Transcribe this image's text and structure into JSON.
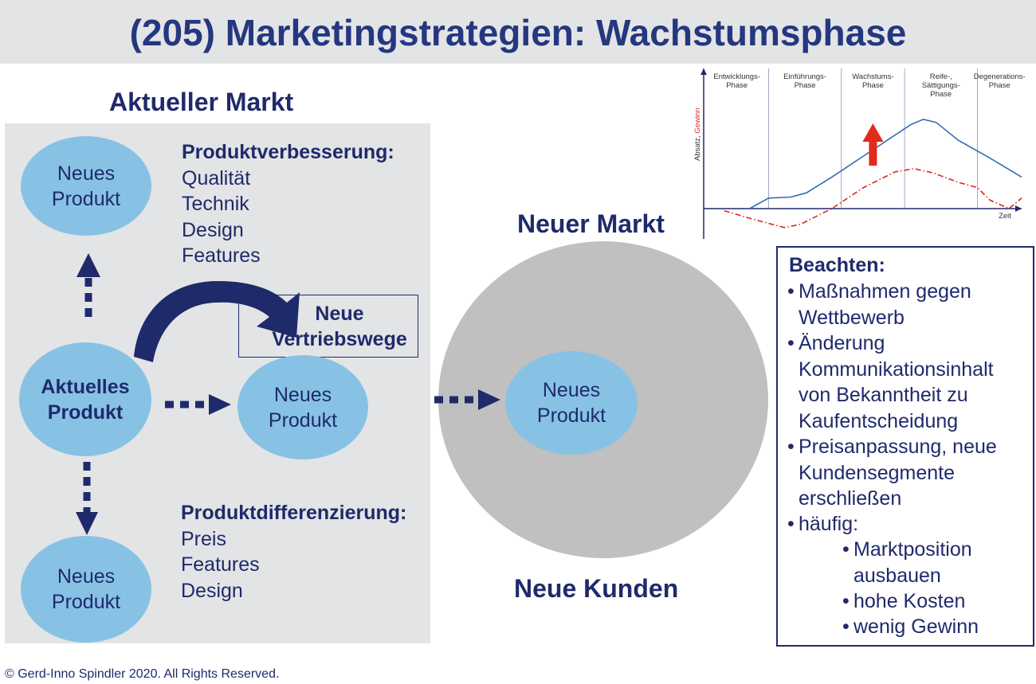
{
  "title": "(205) Marketingstrategien: Wachstumsphase",
  "aktueller_markt": "Aktueller Markt",
  "neuer_markt": "Neuer Markt",
  "neue_kunden": "Neue Kunden",
  "ellipses": {
    "top": [
      "Neues",
      "Produkt"
    ],
    "current": [
      "Aktuelles",
      "Produkt"
    ],
    "middle": [
      "Neues",
      "Produkt"
    ],
    "bottom": [
      "Neues",
      "Produkt"
    ],
    "market": [
      "Neues",
      "Produkt"
    ]
  },
  "produktverbesserung": {
    "title": "Produktverbesserung:",
    "items": [
      "Qualität",
      "Technik",
      "Design",
      "Features"
    ]
  },
  "produktdifferenzierung": {
    "title": "Produktdifferenzierung:",
    "items": [
      "Preis",
      "Features",
      "Design"
    ]
  },
  "vertriebswege": [
    "Neue",
    "Vertriebswege"
  ],
  "beachten": {
    "title": "Beachten:",
    "items": [
      [
        "Maßnahmen gegen",
        "Wettbewerb"
      ],
      [
        "Änderung",
        "Kommunikationsinhalt",
        "von Bekanntheit zu",
        "Kaufentscheidung"
      ],
      [
        "Preisanpassung, neue",
        "Kundensegmente",
        "erschließen"
      ],
      [
        "häufig:"
      ]
    ],
    "sub_items": [
      [
        "Marktposition",
        "ausbauen"
      ],
      [
        "hohe Kosten"
      ],
      [
        "wenig Gewinn"
      ]
    ]
  },
  "copyright": "© Gerd-Inno Spindler 2020. All Rights Reserved.",
  "colors": {
    "navy": "#1f2a6b",
    "light_blue": "#87c2e5",
    "panel_grey": "#e3e4e5",
    "circle_grey": "#c0c0c0",
    "sales_line": "#2f6db5",
    "profit_line": "#d9281e",
    "growth_arrow": "#e22a1d"
  },
  "chart_data": {
    "type": "line",
    "phases": [
      [
        "Entwicklungs-",
        "Phase"
      ],
      [
        "Einführungs-",
        "Phase"
      ],
      [
        "Wachstums-",
        "Phase"
      ],
      [
        "Reife-,",
        "Sättigungs-",
        "Phase"
      ],
      [
        "Degenerations-",
        "Phase"
      ]
    ],
    "ylabel_parts": [
      "Absatz, ",
      "Gewinn"
    ],
    "xlabel": "Zeit",
    "y_range": [
      -20,
      100
    ],
    "x_range": [
      0,
      100
    ],
    "phase_boundaries": [
      20,
      43,
      63,
      86
    ],
    "series": [
      {
        "key": "absatz",
        "style": "solid",
        "points": [
          [
            14,
            0
          ],
          [
            20,
            10
          ],
          [
            27,
            11
          ],
          [
            32,
            15
          ],
          [
            40,
            30
          ],
          [
            50,
            50
          ],
          [
            60,
            70
          ],
          [
            65,
            80
          ],
          [
            69,
            85
          ],
          [
            73,
            82
          ],
          [
            80,
            65
          ],
          [
            90,
            48
          ],
          [
            100,
            30
          ]
        ]
      },
      {
        "key": "gewinn",
        "style": "dash-dot",
        "points": [
          [
            6,
            -2
          ],
          [
            15,
            -10
          ],
          [
            25,
            -18
          ],
          [
            30,
            -15
          ],
          [
            40,
            0
          ],
          [
            50,
            20
          ],
          [
            60,
            35
          ],
          [
            66,
            38
          ],
          [
            72,
            34
          ],
          [
            80,
            25
          ],
          [
            86,
            20
          ],
          [
            90,
            8
          ],
          [
            96,
            0
          ],
          [
            100,
            10
          ]
        ]
      }
    ],
    "growth_arrow_at": 53
  }
}
